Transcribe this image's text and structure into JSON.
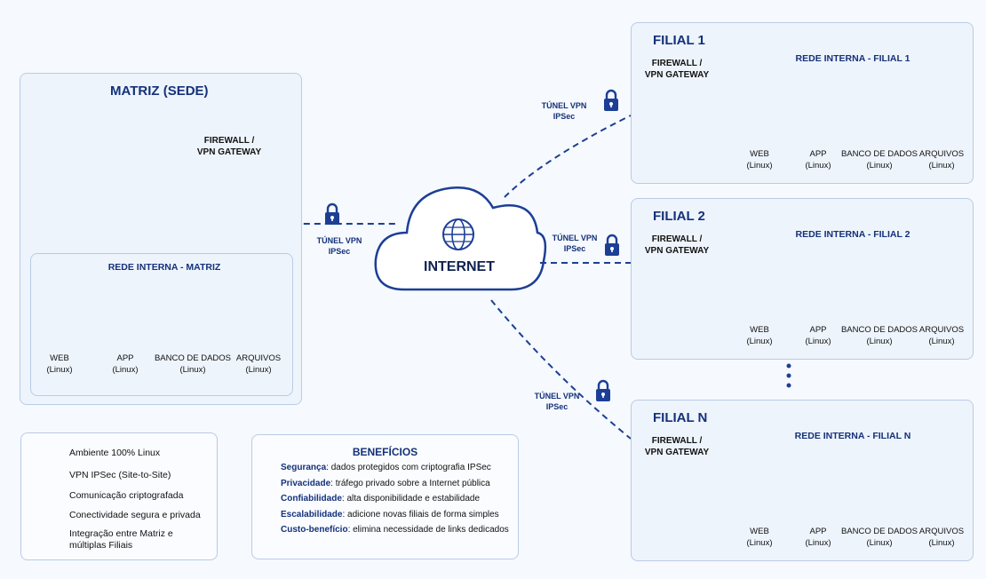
{
  "matriz": {
    "title": "MATRIZ (SEDE)",
    "firewall": [
      "FIREWALL /",
      "VPN GATEWAY"
    ],
    "network_title": "REDE INTERNA - MATRIZ",
    "servers": [
      {
        "name": "WEB",
        "os": "(Linux)"
      },
      {
        "name": "APP",
        "os": "(Linux)"
      },
      {
        "name": "BANCO DE DADOS",
        "os": "(Linux)"
      },
      {
        "name": "ARQUIVOS",
        "os": "(Linux)"
      }
    ]
  },
  "internet": {
    "label": "INTERNET"
  },
  "tunnel": [
    "TÚNEL VPN",
    "IPSec"
  ],
  "branches": [
    {
      "title": "FILIAL 1",
      "firewall": [
        "FIREWALL /",
        "VPN GATEWAY"
      ],
      "network_title": "REDE INTERNA - FILIAL 1",
      "servers": [
        {
          "name": "WEB",
          "os": "(Linux)"
        },
        {
          "name": "APP",
          "os": "(Linux)"
        },
        {
          "name": "BANCO DE DADOS",
          "os": "(Linux)"
        },
        {
          "name": "ARQUIVOS",
          "os": "(Linux)"
        }
      ]
    },
    {
      "title": "FILIAL 2",
      "firewall": [
        "FIREWALL /",
        "VPN GATEWAY"
      ],
      "network_title": "REDE INTERNA - FILIAL 2",
      "servers": [
        {
          "name": "WEB",
          "os": "(Linux)"
        },
        {
          "name": "APP",
          "os": "(Linux)"
        },
        {
          "name": "BANCO DE DADOS",
          "os": "(Linux)"
        },
        {
          "name": "ARQUIVOS",
          "os": "(Linux)"
        }
      ]
    },
    {
      "title": "FILIAL N",
      "firewall": [
        "FIREWALL /",
        "VPN GATEWAY"
      ],
      "network_title": "REDE INTERNA - FILIAL N",
      "servers": [
        {
          "name": "WEB",
          "os": "(Linux)"
        },
        {
          "name": "APP",
          "os": "(Linux)"
        },
        {
          "name": "BANCO DE DADOS",
          "os": "(Linux)"
        },
        {
          "name": "ARQUIVOS",
          "os": "(Linux)"
        }
      ]
    }
  ],
  "legend": [
    {
      "icon": "penguin-icon",
      "text": "Ambiente 100% Linux"
    },
    {
      "icon": "shield-icon",
      "text": "VPN IPSec (Site-to-Site)"
    },
    {
      "icon": "lock-icon",
      "text": "Comunicação criptografada"
    },
    {
      "icon": "globe-icon",
      "text": "Conectividade segura e privada"
    },
    {
      "icon": "network-icon",
      "text": "Integração entre Matriz e múltiplas Filiais"
    }
  ],
  "benefits": {
    "title": "BENEFÍCIOS",
    "items": [
      {
        "label": "Segurança",
        "text": ": dados protegidos com criptografia IPSec"
      },
      {
        "label": "Privacidade",
        "text": ": tráfego privado sobre a Internet pública"
      },
      {
        "label": "Confiabilidade",
        "text": ": alta disponibilidade e estabilidade"
      },
      {
        "label": "Escalabilidade",
        "text": ": adicione novas filiais de forma simples"
      },
      {
        "label": "Custo-benefício",
        "text": ": elimina necessidade de links dedicados"
      }
    ]
  },
  "colors": {
    "primary": "#14317a",
    "line": "#1c3f95",
    "panel": "#eef4fc",
    "border": "#b9cbe6",
    "check": "#2e9e44",
    "server": "#2b3445"
  }
}
